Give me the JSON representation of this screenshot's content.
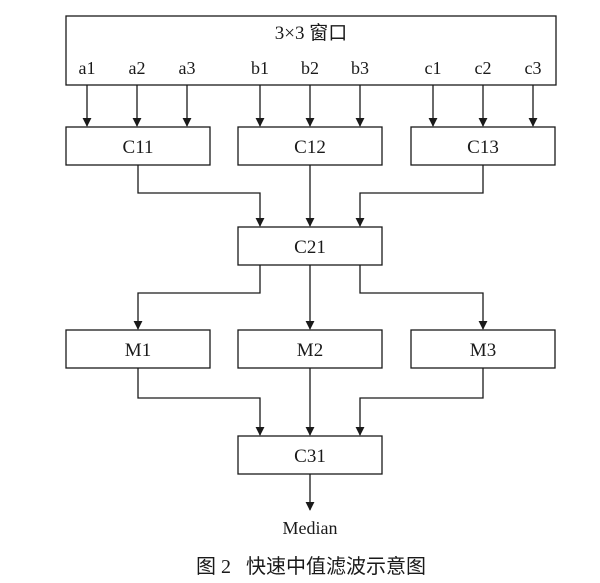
{
  "window": {
    "title": "3×3 窗口",
    "inputs": [
      "a1",
      "a2",
      "a3",
      "b1",
      "b2",
      "b3",
      "c1",
      "c2",
      "c3"
    ]
  },
  "stage1": [
    "C11",
    "C12",
    "C13"
  ],
  "stage2": "C21",
  "stage3": [
    "M1",
    "M2",
    "M3"
  ],
  "stage4": "C31",
  "output": "Median",
  "caption": "图 2   快速中值滤波示意图",
  "colors": {
    "stroke": "#1a1a1a",
    "fill": "#ffffff"
  }
}
